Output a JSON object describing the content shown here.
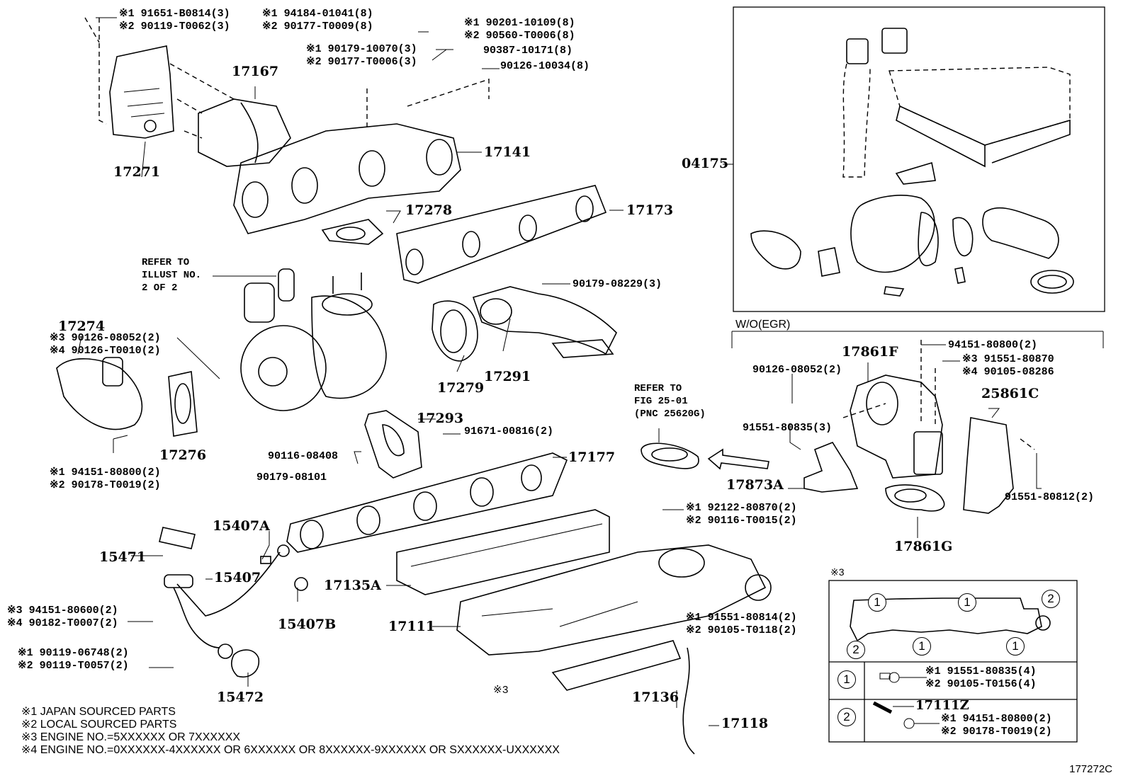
{
  "figure_number": "177272C",
  "inset_caption": "W/O(EGR)",
  "refer_notes": {
    "illust": [
      "REFER TO",
      "ILLUST NO.",
      "2 OF 2"
    ],
    "fig": [
      "REFER TO",
      "FIG 25-01",
      "(PNC 25620G)"
    ]
  },
  "pnc_labels": {
    "p17167": "17167",
    "p17271": "17271",
    "p17141": "17141",
    "p04175": "04175",
    "p17278": "17278",
    "p17173": "17173",
    "p17274": "17274",
    "p17279": "17279",
    "p17291": "17291",
    "p17276": "17276",
    "p17293": "17293",
    "p17177": "17177",
    "p17861F": "17861F",
    "p25861C": "25861C",
    "p17873A": "17873A",
    "p17861G": "17861G",
    "p15407A": "15407A",
    "p15471": "15471",
    "p15407": "15407",
    "p17135A": "17135A",
    "p15407B": "15407B",
    "p17111": "17111",
    "p15472": "15472",
    "p17136": "17136",
    "p17118": "17118",
    "note3": "※3"
  },
  "part_callouts": {
    "c1": [
      "※1 91651-B0814(3)",
      "※2 90119-T0062(3)"
    ],
    "c2": [
      "※1 94184-01041(8)",
      "※2 90177-T0009(8)"
    ],
    "c3": [
      "※1 90201-10109(8)",
      "※2 90560-T0006(8)"
    ],
    "c4": [
      "※1 90179-10070(3)",
      "※2 90177-T0006(3)"
    ],
    "c5": "90387-10171(8)",
    "c6": "90126-10034(8)",
    "c7": "90179-08229(3)",
    "c8": [
      "※3 90126-08052(2)",
      "※4 90126-T0010(2)"
    ],
    "c9": [
      "※1 94151-80800(2)",
      "※2 90178-T0019(2)"
    ],
    "c10": "91671-00816(2)",
    "c11": "90116-08408",
    "c12": "90179-08101",
    "c13": "94151-80800(2)",
    "c14": [
      "※3 91551-80870",
      "※4 90105-08286"
    ],
    "c15": "90126-08052(2)",
    "c16": "91551-80835(3)",
    "c17": "91551-80812(2)",
    "c18": [
      "※1 92122-80870(2)",
      "※2 90116-T0015(2)"
    ],
    "c19": [
      "※3 94151-80600(2)",
      "※4 90182-T0007(2)"
    ],
    "c20": [
      "※1 91551-80814(2)",
      "※2 90105-T0118(2)"
    ],
    "c21": [
      "※1 90119-06748(2)",
      "※2 90119-T0057(2)"
    ]
  },
  "sub_table": {
    "header": "※3",
    "diagram_marks": [
      "1",
      "1",
      "2",
      "2",
      "1",
      "1"
    ],
    "rows": [
      {
        "key": "1",
        "parts": [
          "※1 91551-80835(4)",
          "※2 90105-T0156(4)"
        ]
      },
      {
        "key": "2",
        "pnc": "17111Z",
        "parts": [
          "※1 94151-80800(2)",
          "※2 90178-T0019(2)"
        ]
      }
    ]
  },
  "legend": [
    "※1 JAPAN SOURCED PARTS",
    "※2 LOCAL SOURCED PARTS",
    "※3 ENGINE NO.=5XXXXXX OR 7XXXXXX",
    "※4 ENGINE NO.=0XXXXXX-4XXXXXX OR 6XXXXXX OR 8XXXXXX-9XXXXXX OR SXXXXXX-UXXXXXX"
  ]
}
